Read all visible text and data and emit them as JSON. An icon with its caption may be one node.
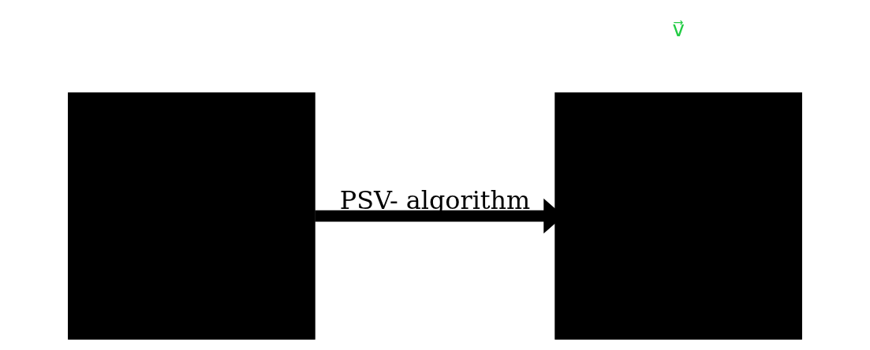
{
  "diagram": {
    "nodes": [
      {
        "text": [],
        "shape": "box"
      },
      {
        "text": [],
        "shape": "box"
      }
    ],
    "edges": [
      {
        "from": 0,
        "to": 1,
        "arrow": "to",
        "label": "PSV- algorithm"
      }
    ],
    "labels": [
      "v⃗"
    ]
  }
}
